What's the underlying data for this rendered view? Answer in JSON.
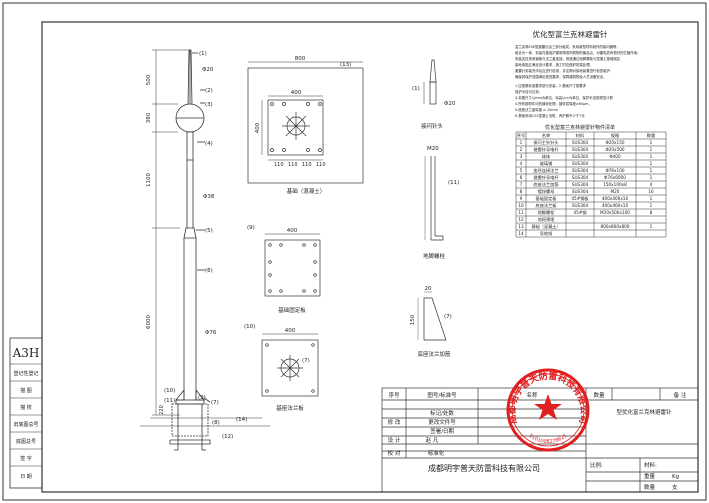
{
  "sheet_size": "A3H",
  "title": "优化型富兰克林避雷针",
  "intro_lines": [
    "富兰克林ESE型避雷针由三部分组成，采用新型材料制作的接闪器等，",
    "组合为一体，安装在被保护建筑物或构筑物的最高点，对雷电具有很好的拦截作用；",
    "安装支柱采用钢管与法兰盘连接，底座通过地脚螺栓与混凝土基础固定，",
    "接地电阻应满足设计要求，施工时应做好防腐处理。",
    "避雷针安装完毕后应进行检测，并定期对接地装置进行检查维护，",
    "确保其保护范围满足规范要求，保障建筑物及人员设备安全。"
  ],
  "tech_lines": [
    "1.应按照标准要求进行安装，2.基础尺寸按要求",
    "保护半径可达到，",
    "3.本图尺寸以mm为单位，标高以m为单位，保护半径按规范计算",
    "4.所有钢构件均热镀锌处理，镀锌层厚度≥65μm，",
    "5.底座法兰盘厚度 ≥ 10mm",
    "6.基础采用C25混凝土浇筑，养护期不少于7天"
  ],
  "bom": {
    "title": "优化型富兰克林避雷针物件清单",
    "headers": [
      "序号",
      "名称",
      "材料",
      "规格",
      "数量"
    ],
    "rows": [
      [
        "1",
        "接闪主针针头",
        "SUS304",
        "Φ20x150",
        "1"
      ],
      [
        "2",
        "避雷针导电杆",
        "SUS304",
        "Φ20x500",
        "1"
      ],
      [
        "3",
        "球体",
        "SUS304",
        "Φ400",
        "1"
      ],
      [
        "4",
        "玻璃钢",
        "SUS304",
        "",
        "1"
      ],
      [
        "5",
        "变径连接法兰",
        "SUS304",
        "Φ76x100",
        "1"
      ],
      [
        "6",
        "避雷针导电杆",
        "SUS304",
        "Φ76x6000",
        "1"
      ],
      [
        "7",
        "底座法兰加筋",
        "SUS304",
        "150x100x8",
        "4"
      ],
      [
        "8",
        "镀锌螺母",
        "SUS304",
        "M20",
        "16"
      ],
      [
        "9",
        "基础固定板",
        "45#钢板",
        "400x400x10",
        "1"
      ],
      [
        "10",
        "底座法兰板",
        "SUS304",
        "400x400x10",
        "1"
      ],
      [
        "11",
        "地脚螺栓",
        "45#钢",
        "M20x500x100",
        "8"
      ],
      [
        "12",
        "地网预埋",
        "",
        "",
        ""
      ],
      [
        "13",
        "基础（混凝土）",
        "",
        "800x800x800",
        "1"
      ],
      [
        "14",
        "导地线",
        "",
        "",
        ""
      ]
    ]
  },
  "labels": {
    "pole_numbers": [
      "(1)",
      "(2)",
      "(3)",
      "(4)",
      "(5)",
      "(6)",
      "(7)",
      "(8)",
      "(9)",
      "(10)",
      "(11)",
      "(12)",
      "(13)",
      "(14)"
    ],
    "phi20": "Φ20",
    "phi38": "Φ38",
    "phi76": "Φ76",
    "dim_500": "500",
    "dim_380": "380",
    "dim_1100": "1100",
    "dim_6000": "6000",
    "dim_800": "800",
    "dim_400": "400",
    "dim_110": "110",
    "dim_220": "220",
    "dim_150": "150",
    "dim_20": "20",
    "m20": "M20",
    "cap_foundation": "基础（混凝土）",
    "cap_tip": "接闪针头",
    "cap_bolt": "地脚螺栓",
    "cap_fixplate": "基础固定板",
    "cap_flange": "基座法兰板",
    "cap_rib": "底座法兰加筋",
    "side_titles": [
      "登记性登记",
      "描 图",
      "描 校",
      "旧底图总号",
      "底图总号",
      "签 字",
      "日 期"
    ]
  },
  "title_block": {
    "h_seq": "序号",
    "h_drawno": "图号/标准号",
    "h_name": "名称",
    "h_qty": "数量",
    "h_note": "备 注",
    "mark_zone": "标记/处数",
    "modify": "修 改",
    "doc_no": "更改文件号",
    "sign_date": "签署/日期",
    "design": "设 计",
    "designer": "赵 凡",
    "proofread": "校 对",
    "std": "标准化",
    "drawing_name": "型优化富兰克林避雷针",
    "company": "成都明宇普天防雷科技有限公司",
    "ratio": "比例:",
    "material": "材料:",
    "weight": "重量",
    "weight_unit": "Kg",
    "count": "数量",
    "count_unit": "支",
    "seal_text": "成都明宇普天防雷科技有限公司",
    "seal_number": "5101008278621"
  }
}
